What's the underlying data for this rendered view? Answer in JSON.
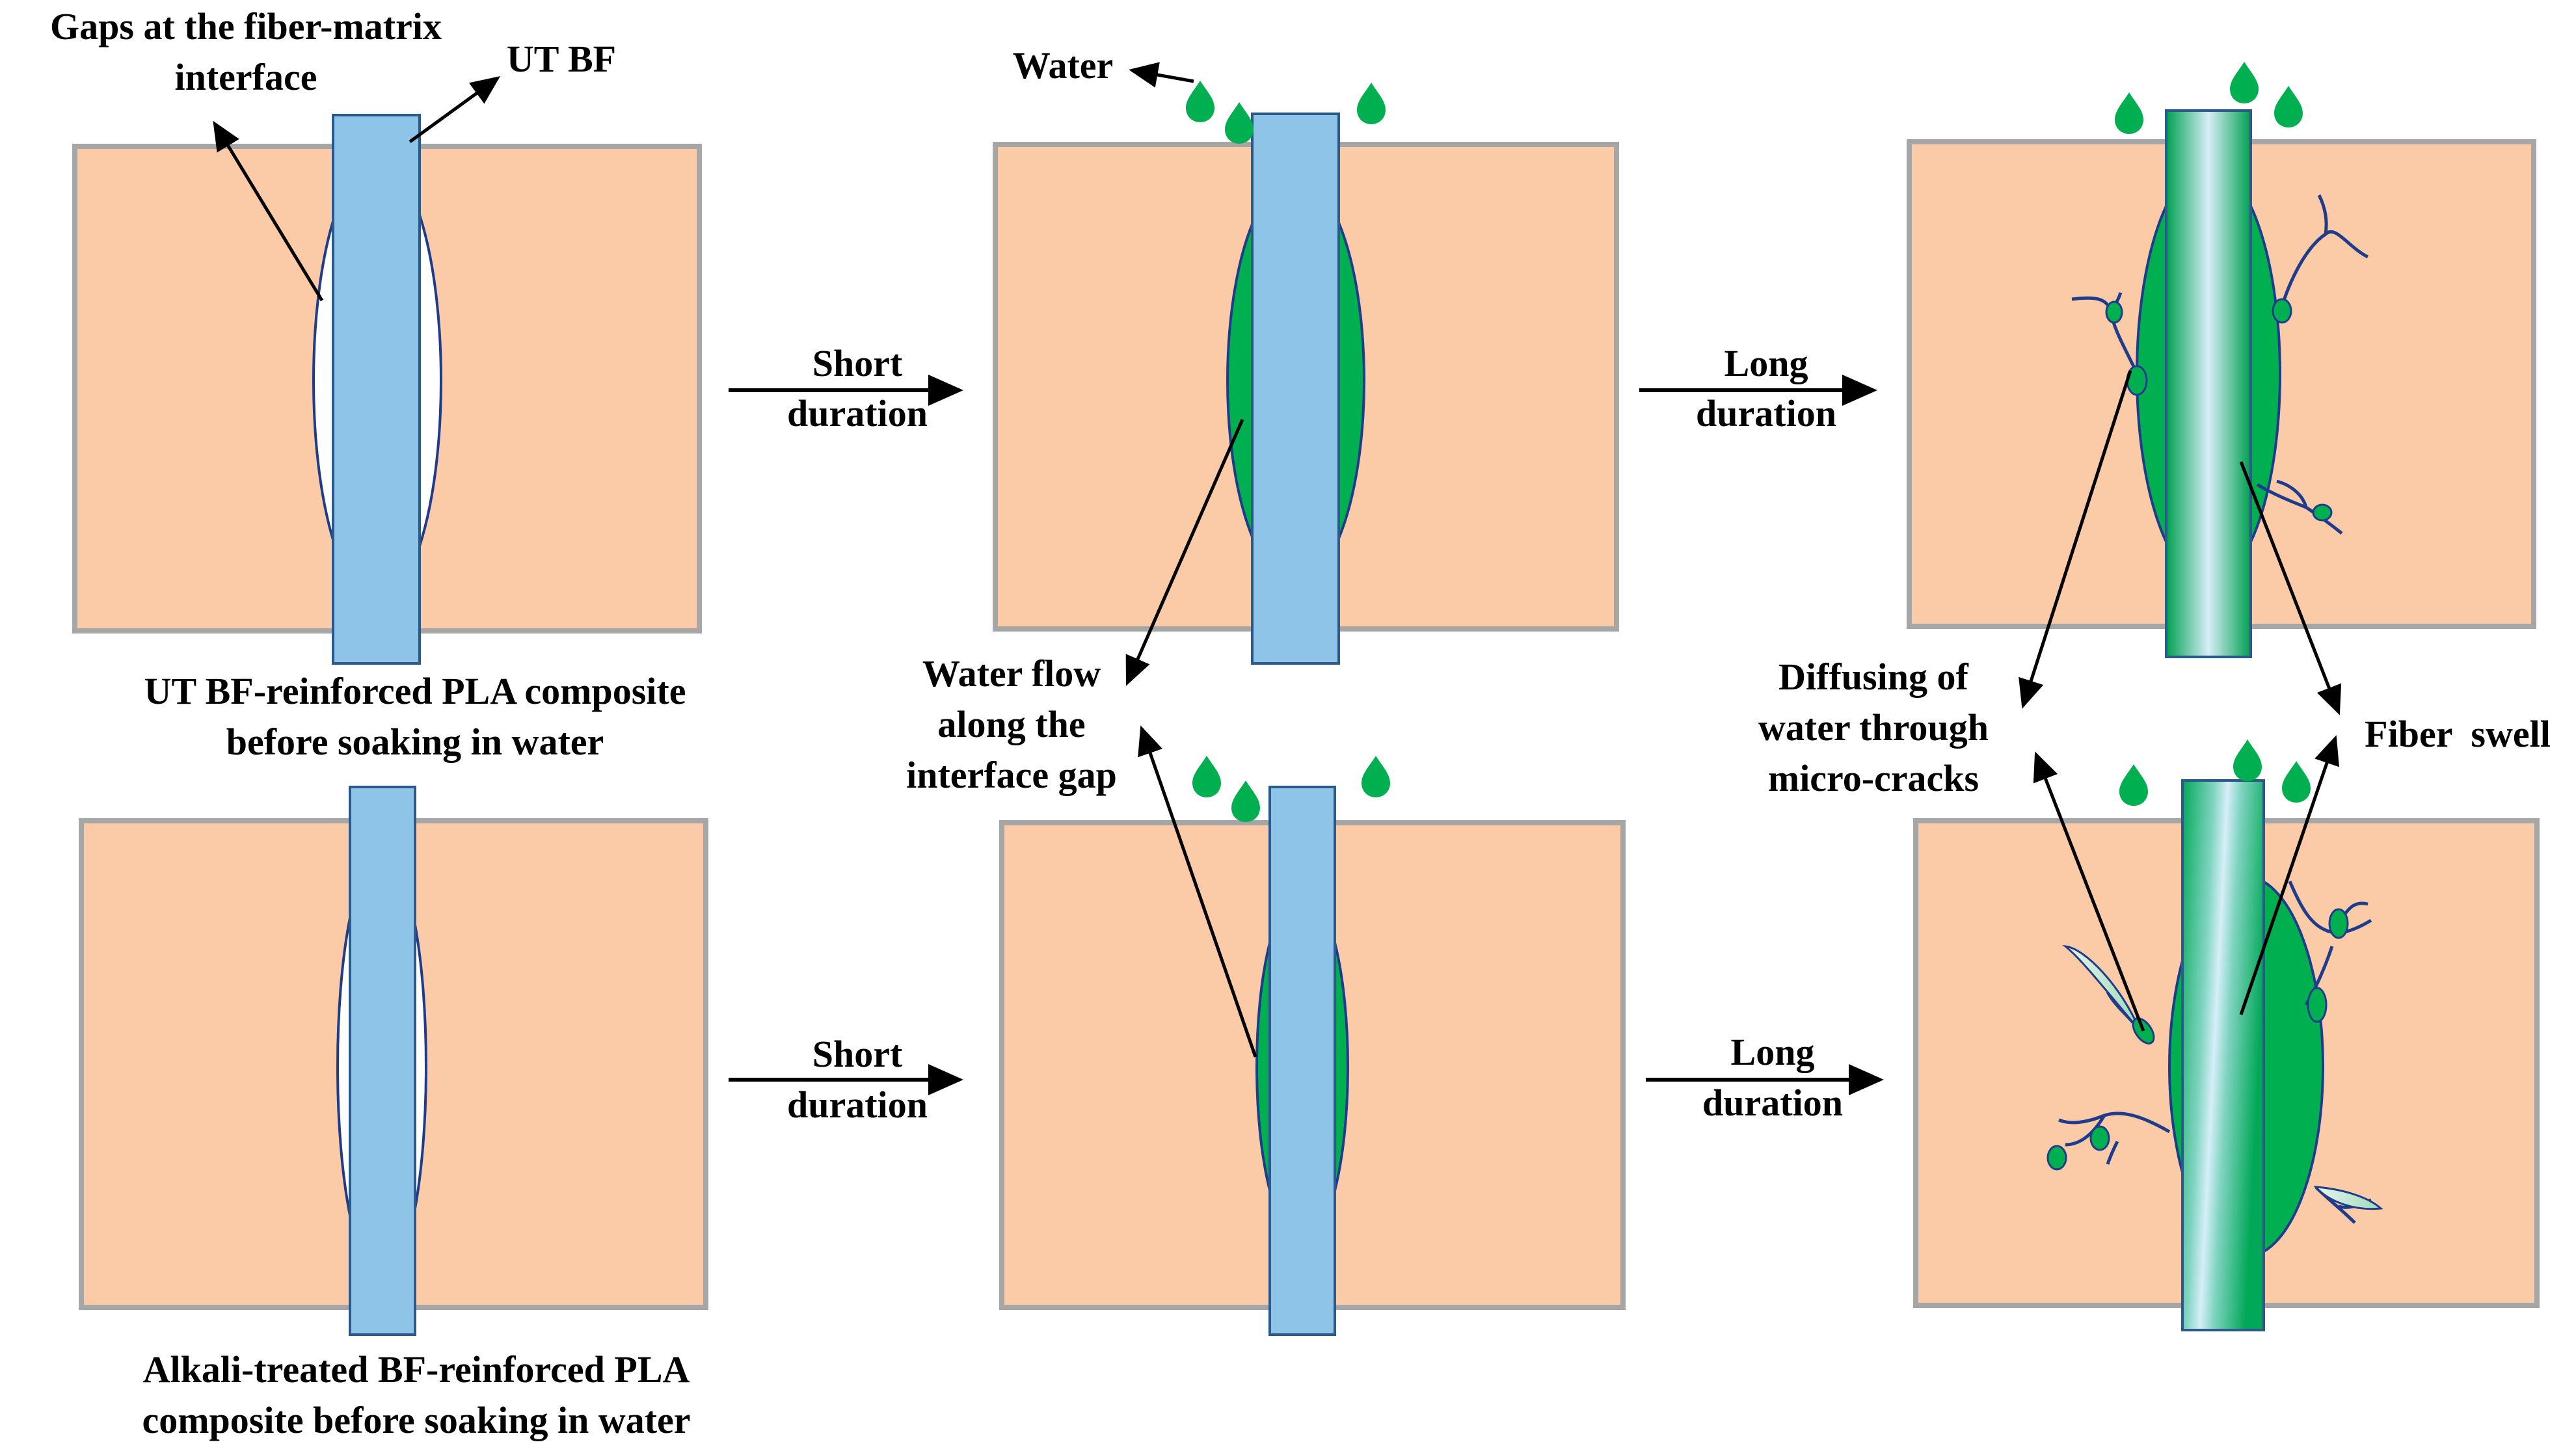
{
  "labels": {
    "gaps_line1": "Gaps at the fiber-matrix",
    "gaps_line2": "interface",
    "ut_bf": "UT BF",
    "water": "Water",
    "short1_line1": "Short",
    "short1_line2": "duration",
    "long1_line1": "Long",
    "long1_line2": "duration",
    "short2_line1": "Short",
    "short2_line2": "duration",
    "long2_line1": "Long",
    "long2_line2": "duration",
    "ut_caption_line1": "UT BF-reinforced PLA composite",
    "ut_caption_line2": "before soaking in water",
    "alkali_caption_line1": "Alkali-treated BF-reinforced PLA",
    "alkali_caption_line2": "composite before soaking in water",
    "water_flow_line1": "Water flow",
    "water_flow_line2": "along the",
    "water_flow_line3": "interface gap",
    "diffusing_line1": "Diffusing of",
    "diffusing_line2": "water through",
    "diffusing_line3": "micro-cracks",
    "fiber_swell": "Fiber  swell"
  },
  "colors": {
    "matrix_fill": "#FBCBA7",
    "matrix_border": "#A6A6A6",
    "fiber_fill": "#8EC4E8",
    "fiber_border": "#2B5A8A",
    "water_green": "#00B050",
    "crack_blue": "#1F3C8C"
  }
}
